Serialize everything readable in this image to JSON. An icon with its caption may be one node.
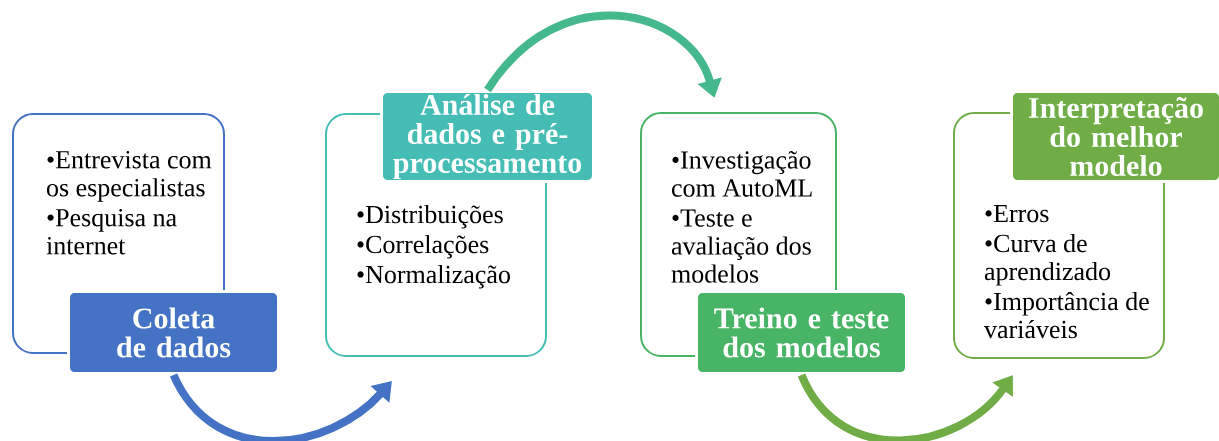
{
  "diagram": {
    "nodes": [
      {
        "text": [
          "•Entrevista com os especialistas",
          "•Pesquisa na internet"
        ]
      },
      {
        "text": [
          "Coleta de dados"
        ]
      },
      {
        "text": [
          "Análise de dados e pré-processamento"
        ]
      },
      {
        "text": [
          "•Distribuições",
          "•Correlações",
          "•Normalização"
        ]
      },
      {
        "text": [
          "•Investigação com AutoML",
          "•Teste e avaliação dos modelos"
        ]
      },
      {
        "text": [
          "Treino e teste dos modelos"
        ]
      },
      {
        "text": [
          "Interpretação do melhor modelo"
        ]
      },
      {
        "text": [
          "•Erros",
          "•Curva de aprendizado",
          "•Importância de variáveis"
        ]
      }
    ],
    "edges": [
      {
        "from": 1,
        "to": 3,
        "arrow": "to",
        "color": "#4472c4"
      },
      {
        "from": 2,
        "to": 4,
        "arrow": "to",
        "color": "#45b98d"
      },
      {
        "from": 5,
        "to": 7,
        "arrow": "to",
        "color": "#70ad47"
      }
    ]
  }
}
